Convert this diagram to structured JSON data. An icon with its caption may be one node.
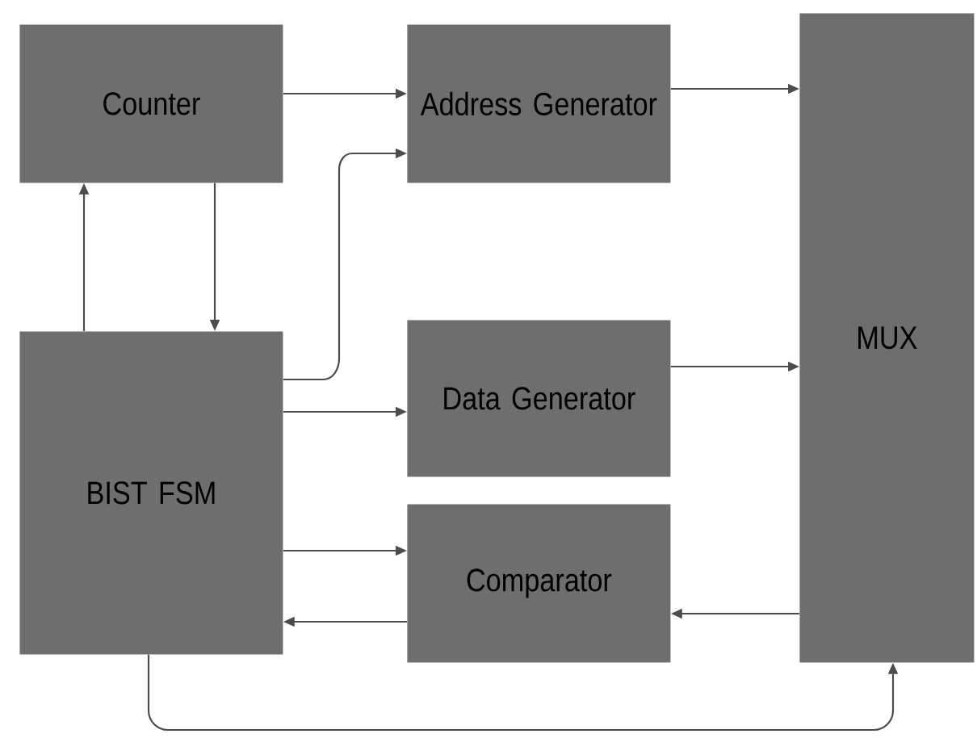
{
  "diagram": {
    "nodes": [
      {
        "text": [
          "Counter"
        ]
      },
      {
        "text": [
          "Address Generator"
        ]
      },
      {
        "text": [
          "MUX"
        ]
      },
      {
        "text": [
          "BIST FSM"
        ]
      },
      {
        "text": [
          "Data Generator"
        ]
      },
      {
        "text": [
          "Comparator"
        ]
      }
    ],
    "edges": [
      {
        "from": 0,
        "to": 1,
        "arrow": "to"
      },
      {
        "from": 3,
        "to": 1,
        "arrow": "to"
      },
      {
        "from": 3,
        "to": 0,
        "arrow": "to"
      },
      {
        "from": 0,
        "to": 3,
        "arrow": "to"
      },
      {
        "from": 1,
        "to": 2,
        "arrow": "to"
      },
      {
        "from": 3,
        "to": 4,
        "arrow": "to"
      },
      {
        "from": 4,
        "to": 2,
        "arrow": "to"
      },
      {
        "from": 3,
        "to": 5,
        "arrow": "to"
      },
      {
        "from": 5,
        "to": 3,
        "arrow": "to"
      },
      {
        "from": 2,
        "to": 5,
        "arrow": "to"
      },
      {
        "from": 3,
        "to": 2,
        "arrow": "to"
      }
    ]
  }
}
